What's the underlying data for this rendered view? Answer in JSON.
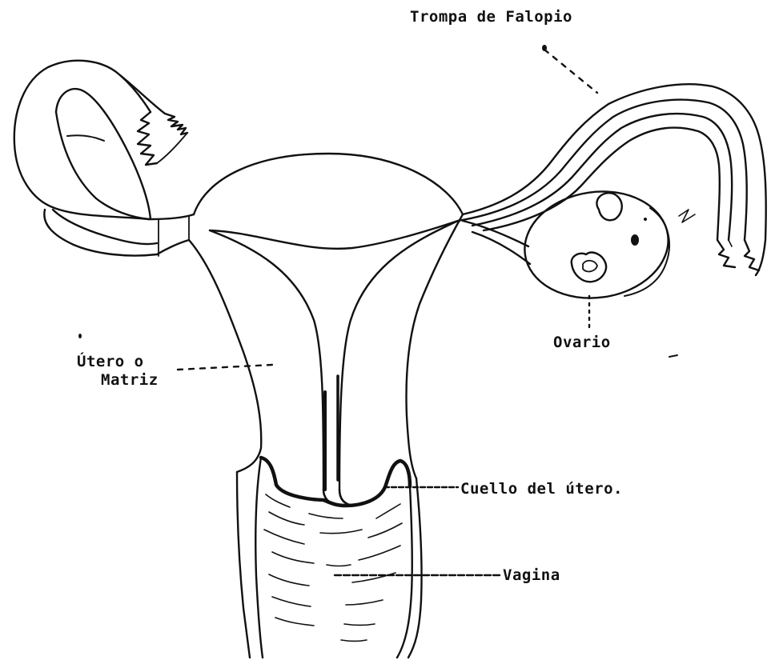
{
  "labels": {
    "trompa": "Trompa de Falopio",
    "ovario": "Ovario",
    "utero_line1": "Útero o",
    "utero_line2": "Matriz",
    "cuello": "Cuello del útero.",
    "vagina": "Vagina"
  }
}
